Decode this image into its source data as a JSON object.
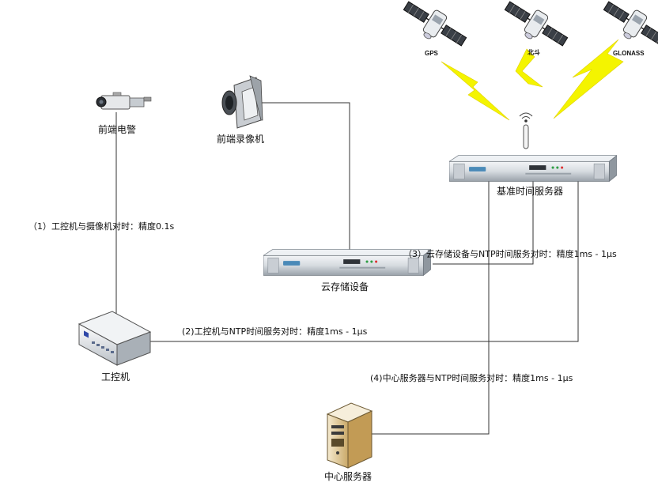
{
  "nodes": {
    "satellite_gps": "GPS",
    "satellite_beidou": "北斗",
    "satellite_glonass": "GLONASS",
    "reference_time_server": "基准时间服务器",
    "front_camera": "前端电警",
    "front_recorder": "前端录像机",
    "cloud_storage": "云存储设备",
    "industrial_pc": "工控机",
    "central_server": "中心服务器"
  },
  "links": {
    "ipc_camera_sync": "（1）工控机与摄像机对时：精度0.1s",
    "ipc_ntp_sync": "(2)工控机与NTP时间服务对时：精度1ms - 1μs",
    "storage_ntp_sync": "（3）云存储设备与NTP时间服务对时：精度1ms - 1μs",
    "server_ntp_sync": "(4)中心服务器与NTP时间服务对时：精度1ms - 1μs"
  },
  "colors": {
    "signal": "#f4f400",
    "line": "#333333",
    "rack": "#d8dde2",
    "screen": "#4a8ab8"
  },
  "icons": {
    "satellite": "satellite-icon",
    "antenna": "antenna-icon",
    "camera": "cctv-camera-icon",
    "recorder": "video-recorder-icon",
    "rack": "rack-server-icon",
    "switch": "industrial-pc-icon",
    "tower": "tower-server-icon"
  }
}
